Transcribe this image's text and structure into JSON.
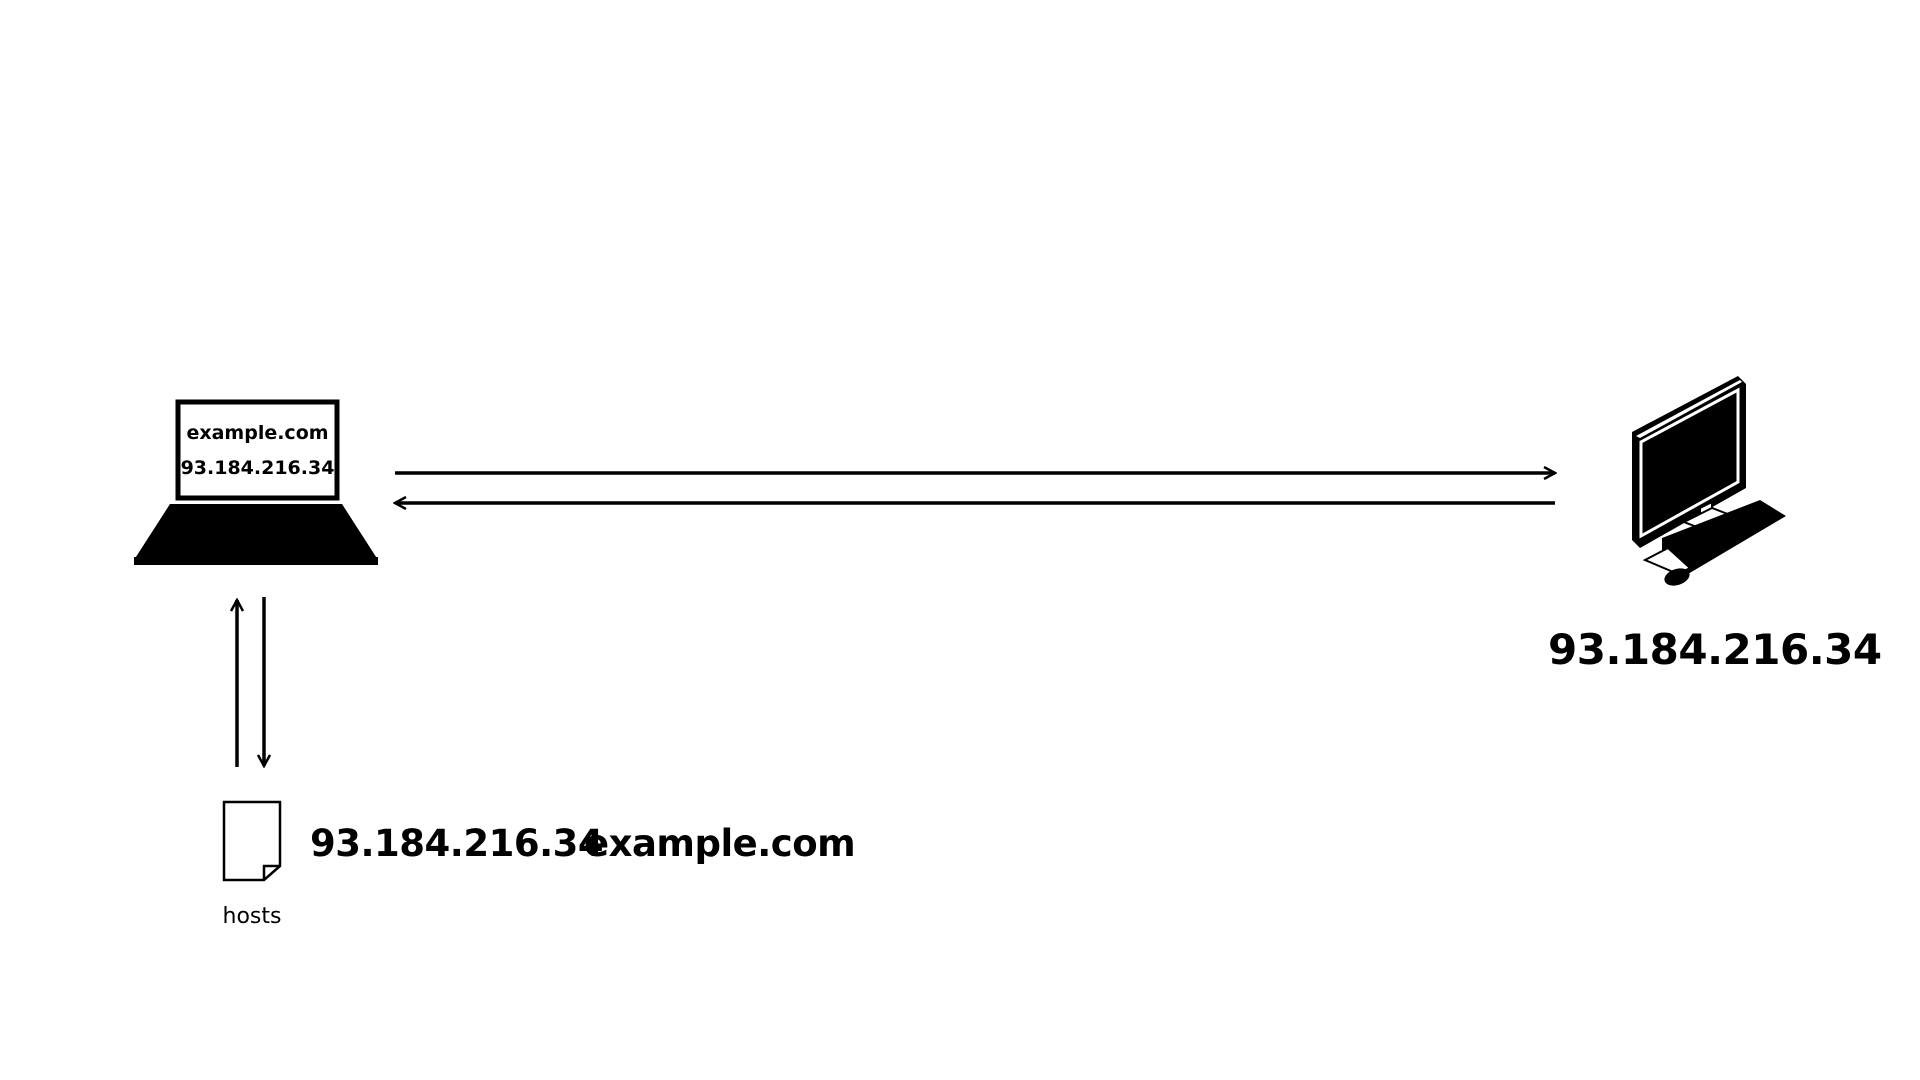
{
  "client": {
    "screen_domain": "example.com",
    "screen_ip": "93.184.216.34"
  },
  "server": {
    "ip": "93.184.216.34"
  },
  "hosts_file": {
    "label": "hosts",
    "entry_ip": "93.184.216.34",
    "entry_domain": "example.com"
  },
  "colors": {
    "ink": "#000000",
    "background": "#ffffff"
  },
  "icons": {
    "client": "laptop-icon",
    "server": "desktop-computer-icon",
    "hosts": "document-icon"
  }
}
